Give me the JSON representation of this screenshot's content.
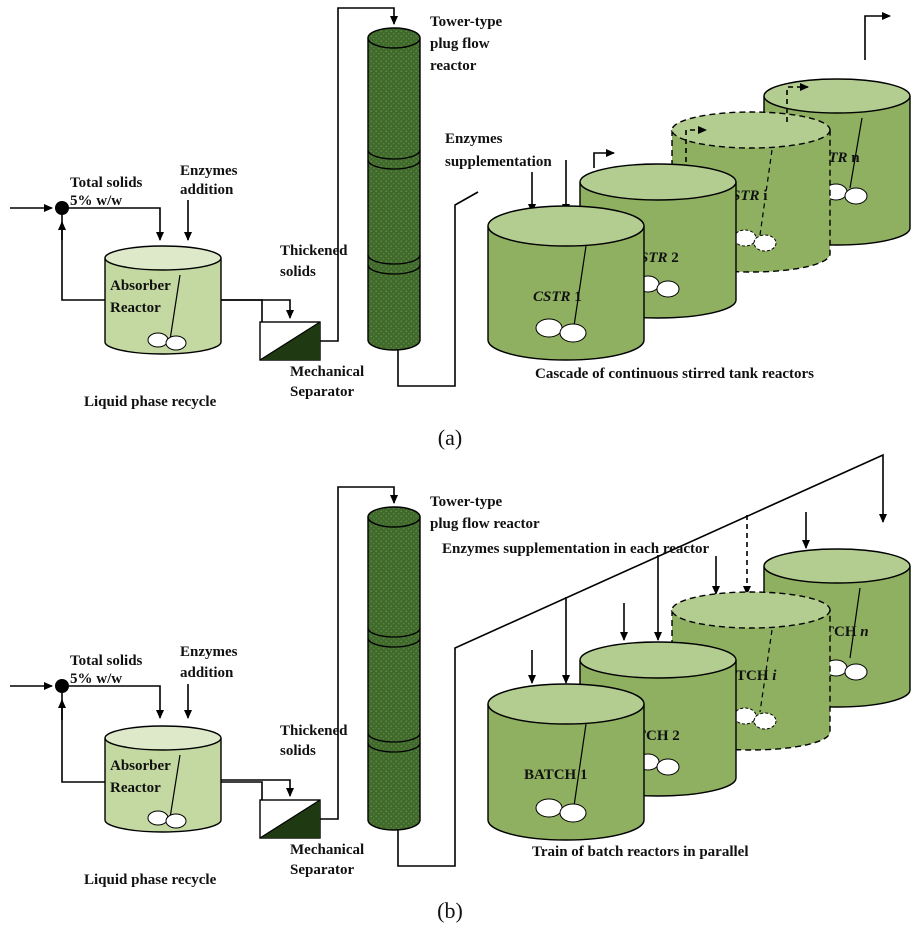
{
  "panels": [
    {
      "id": "a",
      "caption": "(a)",
      "total_solids": [
        "Total solids",
        "5% w/w"
      ],
      "enzymes_addition": [
        "Enzymes",
        "addition"
      ],
      "absorber": [
        "Absorber",
        "Reactor"
      ],
      "thickened": [
        "Thickened",
        "solids"
      ],
      "separator": [
        "Mechanical",
        "Separator"
      ],
      "recycle": "Liquid phase recycle",
      "tower": [
        "Tower-type",
        "plug flow",
        "reactor"
      ],
      "supplement": [
        "Enzymes",
        "supplementation"
      ],
      "train_label": "Cascade of continuous stirred tank reactors",
      "reactors": [
        {
          "prefix": "CSTR",
          "suffix": " 1",
          "dashed": false
        },
        {
          "prefix": "STR",
          "suffix": " 2",
          "dashed": false
        },
        {
          "prefix": "STR",
          "suffix": " i",
          "dashed": true
        },
        {
          "prefix": "STR",
          "suffix": " n",
          "dashed": false
        }
      ]
    },
    {
      "id": "b",
      "caption": "(b)",
      "total_solids": [
        "Total solids",
        "5% w/w"
      ],
      "enzymes_addition": [
        "Enzymes",
        "addition"
      ],
      "absorber": [
        "Absorber",
        "Reactor"
      ],
      "thickened": [
        "Thickened",
        "solids"
      ],
      "separator": [
        "Mechanical",
        "Separator"
      ],
      "recycle": "Liquid phase recycle",
      "tower": [
        "Tower-type",
        "plug flow reactor"
      ],
      "supplement": [
        "Enzymes supplementation in each reactor"
      ],
      "train_label": "Train of batch reactors in parallel",
      "reactors": [
        {
          "prefix": "BATCH",
          "suffix": " 1",
          "dashed": false
        },
        {
          "prefix": "TCH",
          "suffix": " 2",
          "dashed": false
        },
        {
          "prefix": "TCH",
          "suffix": " i",
          "dashed": true
        },
        {
          "prefix": "TCH",
          "suffix": " n",
          "dashed": false
        }
      ]
    }
  ],
  "colors": {
    "absorber_fill": "#c4d9a2",
    "absorber_top": "#dde9c8",
    "tank_fill": "#8fb061",
    "tank_top": "#b3cc90",
    "tower_fill": "#3f6a2c",
    "separator_dark": "#1f3a12"
  }
}
